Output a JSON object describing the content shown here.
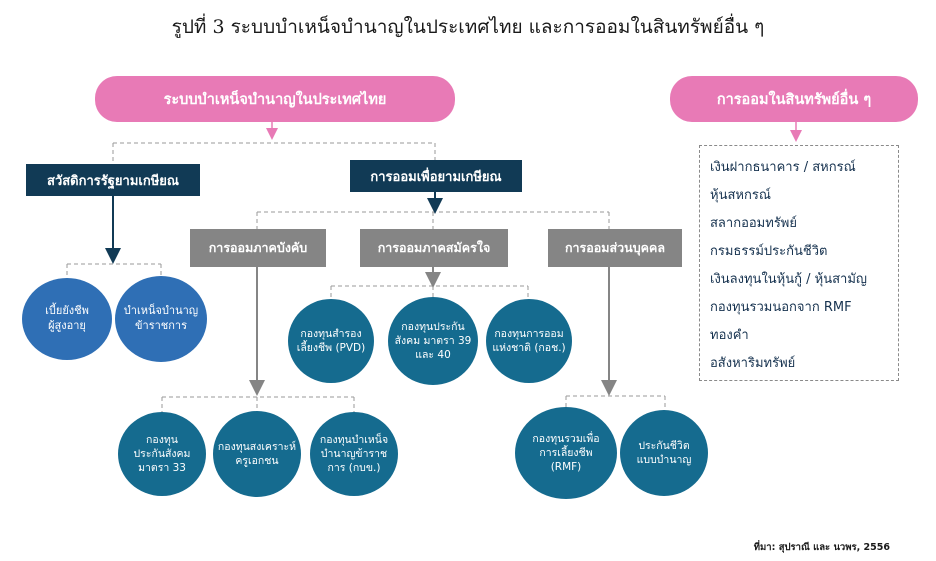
{
  "title": "รูปที่ 3 ระบบบำเหน็จบำนาญในประเทศไทย และการออมในสินทรัพย์อื่น ๆ",
  "headers": {
    "pension_system": "ระบบบำเหน็จบำนาญในประเทศไทย",
    "other_assets": "การออมในสินทรัพย์อื่น ๆ"
  },
  "branches": {
    "state_welfare": "สวัสดิการรัฐยามเกษียณ",
    "retirement_saving": "การออมเพื่อยามเกษียณ"
  },
  "categories": {
    "mandatory": "การออมภาคบังคับ",
    "voluntary": "การออมภาคสมัครใจ",
    "personal": "การออมส่วนบุคคล"
  },
  "welfare_items": [
    "เบี้ยยังชีพ\nผู้สูงอายุ",
    "บำเหน็จบำนาญ\nข้าราชการ"
  ],
  "voluntary_items": [
    "กองทุนสำรอง\nเลี้ยงชีพ (PVD)",
    "กองทุนประกัน\nสังคม มาตรา 39\nและ 40",
    "กองทุนการออม\nแห่งชาติ (กอช.)"
  ],
  "mandatory_items": [
    "กองทุน\nประกันสังคม\nมาตรา 33",
    "กองทุนสงเคราะห์\nครูเอกชน",
    "กองทุนบำเหน็จ\nบำนาญข้าราช\nการ (กบข.)"
  ],
  "personal_items": [
    "กองทุนรวมเพื่อ\nการเลี้ยงชีพ\n(RMF)",
    "ประกันชีวิต\nแบบบำนาญ"
  ],
  "other_assets_list": [
    "เงินฝากธนาคาร / สหกรณ์",
    "หุ้นสหกรณ์",
    "สลากออมทรัพย์",
    "กรมธรรม์ประกันชีวิต",
    "เงินลงทุนในหุ้นกู้ / หุ้นสามัญ",
    "กองทุนรวมนอกจาก RMF",
    "ทองคำ",
    "อสังหาริมทรัพย์"
  ],
  "source": "ที่มา: สุปราณี และ นวพร, 2556",
  "colors": {
    "pink": "#e87ab6",
    "navy": "#113a55",
    "gray": "#858585",
    "circle_light": "#2f6fb5",
    "circle_teal": "#156b8f"
  }
}
